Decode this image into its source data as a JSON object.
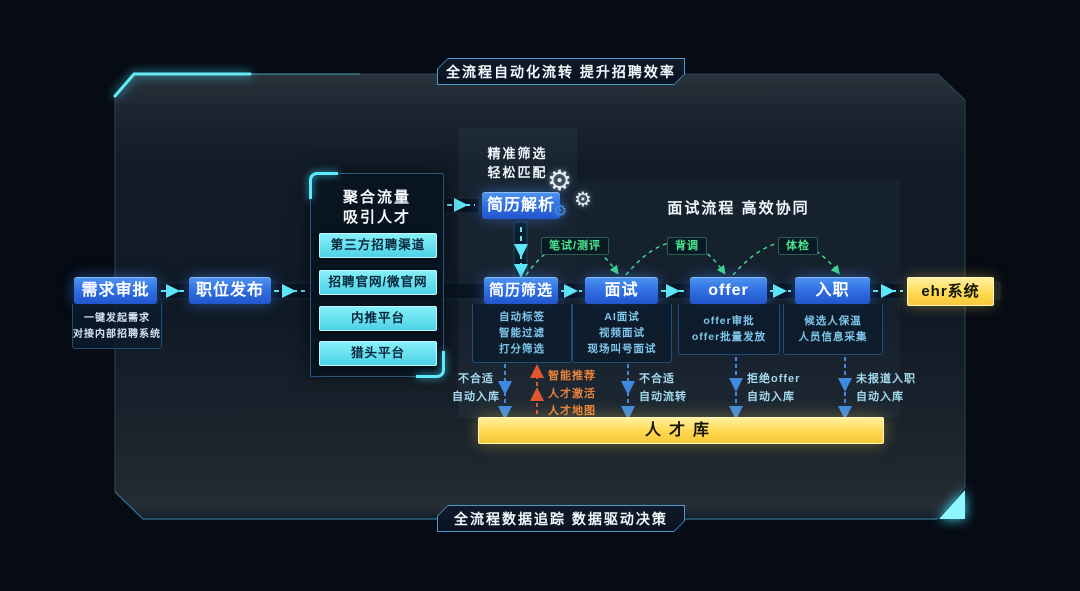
{
  "banners": {
    "top": "全流程自动化流转 提升招聘效率",
    "bottom": "全流程数据追踪 数据驱动决策"
  },
  "stages": {
    "demand": {
      "label": "需求审批",
      "notes": [
        "一键发起需求",
        "对接内部招聘系统"
      ]
    },
    "publish": {
      "label": "职位发布"
    },
    "aggregation": {
      "title": [
        "聚合流量",
        "吸引人才"
      ],
      "channels": [
        "第三方招聘渠道",
        "招聘官网/微官网",
        "内推平台",
        "猎头平台"
      ]
    },
    "parse": {
      "label": "简历解析",
      "tagline": [
        "精准筛选",
        "轻松匹配"
      ]
    },
    "screen": {
      "label": "简历筛选",
      "notes": [
        "自动标签",
        "智能过滤",
        "打分筛选"
      ]
    },
    "interview": {
      "label": "面试",
      "notes": [
        "AI面试",
        "视频面试",
        "现场叫号面试"
      ]
    },
    "offer": {
      "label": "offer",
      "notes": [
        "offer审批",
        "offer批量发放"
      ]
    },
    "onboard": {
      "label": "入职",
      "notes": [
        "候选人保温",
        "人员信息采集"
      ]
    },
    "ehr": {
      "label": "ehr系统"
    },
    "talent_pool": {
      "label": "人才库"
    }
  },
  "interview_section": {
    "title": "面试流程 高效协同",
    "milestones": [
      "笔试/测评",
      "背调",
      "体检"
    ]
  },
  "pool_flows": {
    "screen_out": [
      "不合适",
      "自动入库"
    ],
    "activation": [
      "智能推荐",
      "人才激活",
      "人才地图"
    ],
    "interview_out": [
      "不合适",
      "自动流转"
    ],
    "offer_out": [
      "拒绝offer",
      "自动入库"
    ],
    "onboard_out": [
      "未报道入职",
      "自动入库"
    ]
  },
  "colors": {
    "accent_cyan": "#5ee8f8",
    "flow_blue": "#3b7ce8",
    "highlight_yellow": "#ffd84e",
    "milestone_green": "#4ae58c",
    "activation_orange": "#e8823c",
    "panel_bg": "#131c28"
  }
}
